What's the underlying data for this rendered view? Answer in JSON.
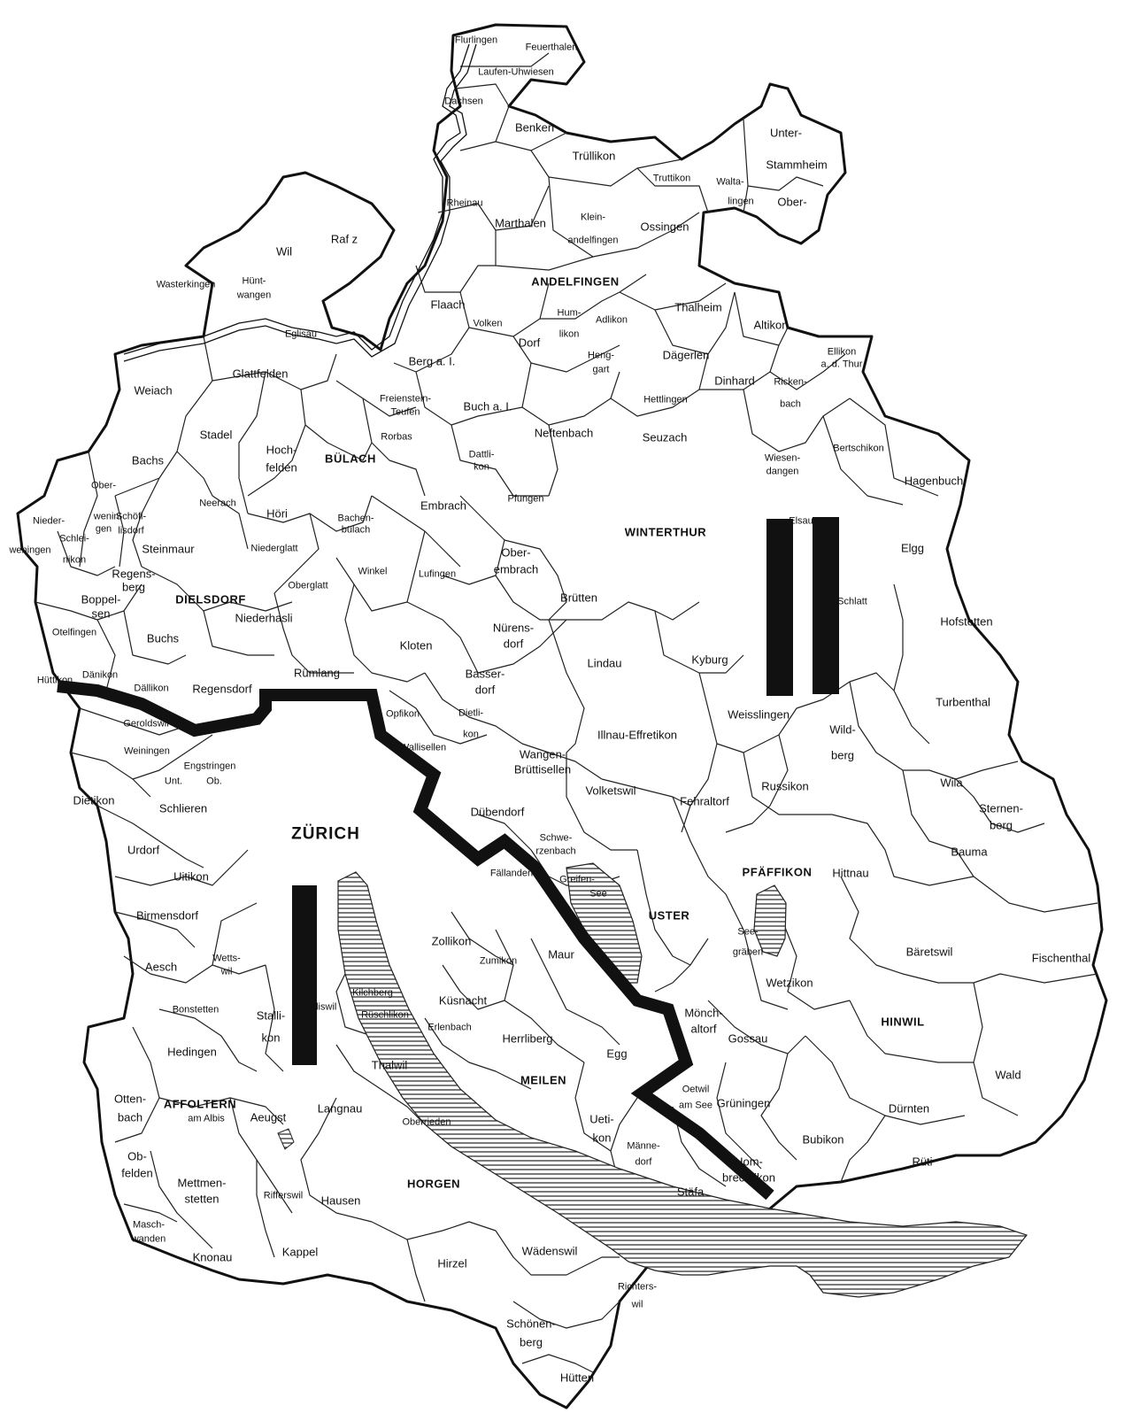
{
  "colors": {
    "ink": "#111111",
    "paper": "#ffffff",
    "lake_hatch": "#333333"
  },
  "districts": [
    "ANDELFINGEN",
    "BÜLACH",
    "WINTERTHUR",
    "DIELSDORF",
    "ZÜRICH",
    "PFÄFFIKON",
    "USTER",
    "HINWIL",
    "MEILEN",
    "HORGEN",
    "AFFOLTERN"
  ],
  "municipalities": [
    "Flurlingen",
    "Feuerthalen",
    "Laufen-Uhwiesen",
    "Dachsen",
    "Benken",
    "Trüllikon",
    "Truttikon",
    "Unter-",
    "Stammheim",
    "Walta-",
    "lingen",
    "Ober-",
    "Rheinau",
    "Marthalen",
    "Klein-",
    "andelfingen",
    "Ossingen",
    "Raf z",
    "Wil",
    "Wasterkingen",
    "Hünt-",
    "wangen",
    "Eglisau",
    "Flaach",
    "Volken",
    "Hum-",
    "likon",
    "Adlikon",
    "Dorf",
    "Heng-",
    "gart",
    "Thalheim",
    "Altikon",
    "Ellikon",
    "a. d. Thur",
    "Berg a. I.",
    "Dägerlen",
    "Glattfelden",
    "Weiach",
    "Freienstein-",
    "Teufen",
    "Buch a. I.",
    "Hettlingen",
    "Dinhard",
    "Ricken-",
    "bach",
    "Stadel",
    "Neftenbach",
    "Seuzach",
    "Rorbas",
    "Hoch-",
    "felden",
    "Bachs",
    "Dattli-",
    "kon",
    "Wiesen-",
    "dangen",
    "Bertschikon",
    "Hagenbuch",
    "Ober-",
    "wenin-",
    "gen",
    "Schöfl-",
    "lisdorf",
    "Neerach",
    "Embrach",
    "Pfungen",
    "Nieder-",
    "weningen",
    "Schlei-",
    "nikon",
    "Steinmaur",
    "Höri",
    "Bachen-",
    "bülach",
    "Elsau",
    "Elgg",
    "Niederglatt",
    "Ober-",
    "embrach",
    "Regens-",
    "berg",
    "Boppel-",
    "sen",
    "Winkel",
    "Lufingen",
    "Oberglatt",
    "Brütten",
    "Schlatt",
    "Niederhasli",
    "Otelfingen",
    "Nürens-",
    "dorf",
    "Hofstetten",
    "Buchs",
    "Kloten",
    "Lindau",
    "Kyburg",
    "Hüttikon",
    "Dänikon",
    "Dällikon",
    "Regensdorf",
    "Rümlang",
    "Basser-",
    "dorf",
    "Turbenthal",
    "Opfikon",
    "Dietli-",
    "kon",
    "Weisslingen",
    "Geroldswil",
    "Wallisellen",
    "Illnau-Effretikon",
    "Wild-",
    "berg",
    "Weiningen",
    "Wangen-",
    "Brüttisellen",
    "Engstringen",
    "Unt.",
    "Ob.",
    "Wila",
    "Dietikon",
    "Schlieren",
    "Russikon",
    "Dübendorf",
    "Volketswil",
    "Fehraltorf",
    "Sternen-",
    "berg",
    "Urdorf",
    "Schwe-",
    "rzenbach",
    "Bauma",
    "Fällanden",
    "Greifen-",
    "See",
    "Uitikon",
    "Hittnau",
    "Birmensdorf",
    "Zollikon",
    "See-",
    "gräben",
    "Zumikon",
    "Maur",
    "Bäretswil",
    "Fischenthal",
    "Aesch",
    "Wetts-",
    "wil",
    "Wetzikon",
    "Kilchberg",
    "Küsnacht",
    "Mönch-",
    "altorf",
    "Bonstetten",
    "Stalli-",
    "kon",
    "Adliswil",
    "Rüschlikon",
    "Gossau",
    "Erlenbach",
    "Herrliberg",
    "Hedingen",
    "Egg",
    "Wald",
    "Thalwil",
    "Grüningen",
    "Otten-",
    "bach",
    "am Albis",
    "Aeugst",
    "Langnau",
    "Oberrieden",
    "Oetwil",
    "am See",
    "Dürnten",
    "Ueti-",
    "kon",
    "Bubikon",
    "Ob-",
    "felden",
    "Männe-",
    "dorf",
    "Rüti",
    "Hom-",
    "brechtikon",
    "Mettmen-",
    "stetten",
    "Rifferswil",
    "Hausen",
    "Stäfa",
    "Masch-",
    "wanden",
    "Knonau",
    "Kappel",
    "Hirzel",
    "Wädenswil",
    "Richters-",
    "wil",
    "Schönen-",
    "berg",
    "Hütten"
  ]
}
